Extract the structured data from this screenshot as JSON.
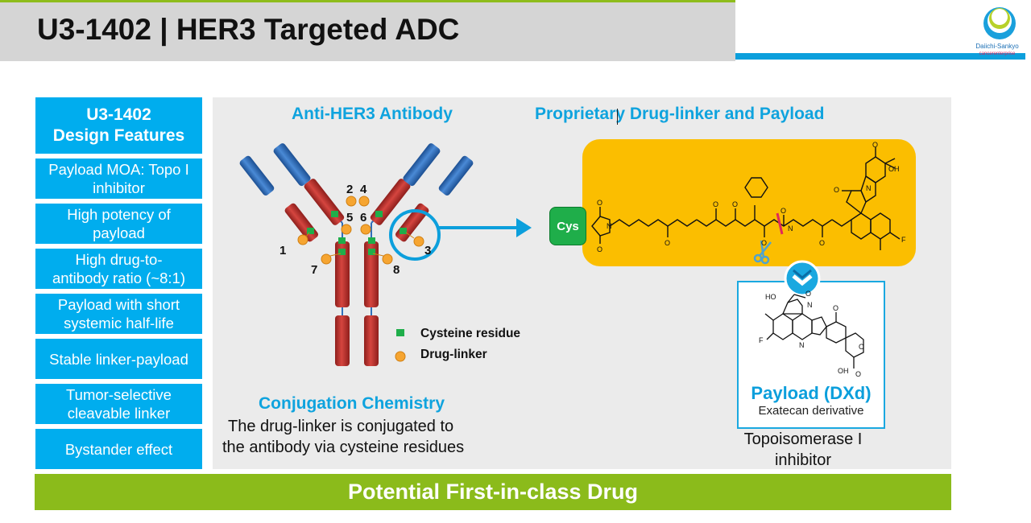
{
  "title": "U3-1402 | HER3 Targeted ADC",
  "logo": {
    "name": "Daiichi-Sankyo",
    "tagline": "cancerenterprise"
  },
  "features": {
    "heading_line1": "U3-1402",
    "heading_line2": "Design Features",
    "items": [
      {
        "line1": "Payload MOA: Topo I",
        "line2": "inhibitor"
      },
      {
        "line1": "High potency of",
        "line2": "payload"
      },
      {
        "line1": "High drug-to-",
        "line2": "antibody ratio (~8:1)"
      },
      {
        "line1": "Payload with short",
        "line2": "systemic half-life"
      },
      {
        "line1": "Stable linker-payload",
        "line2": ""
      },
      {
        "line1": "Tumor-selective",
        "line2": "cleavable linker"
      },
      {
        "line1": "Bystander effect",
        "line2": ""
      }
    ]
  },
  "diagram": {
    "antibody_heading": "Anti-HER3 Antibody",
    "drug_linker_heading": "Proprietary Drug-linker and Payload",
    "site_numbers": [
      "1",
      "2",
      "3",
      "4",
      "5",
      "6",
      "7",
      "8"
    ],
    "legend": {
      "cysteine": "Cysteine residue",
      "drug_linker": "Drug-linker"
    },
    "cys_label": "Cys",
    "conjugation_title": "Conjugation Chemistry",
    "conjugation_line1": "The drug-linker is conjugated to",
    "conjugation_line2": "the antibody via cysteine residues",
    "payload_title": "Payload (DXd)",
    "payload_subtitle": "Exatecan derivative",
    "topo_line1": "Topoisomerase I",
    "topo_line2": "inhibitor",
    "chem_labels": {
      "O": "O",
      "OH": "OH",
      "N": "N",
      "H": "H",
      "F": "F",
      "HO": "HO"
    },
    "colors": {
      "heavy_chain": "#c0312f",
      "light_chain": "#2f6fba",
      "cysteine": "#1fae4a",
      "drug_linker": "#f6a531",
      "accent": "#0c9fdc",
      "panel": "#fbbe00"
    }
  },
  "bottom_banner": "Potential First-in-class Drug"
}
